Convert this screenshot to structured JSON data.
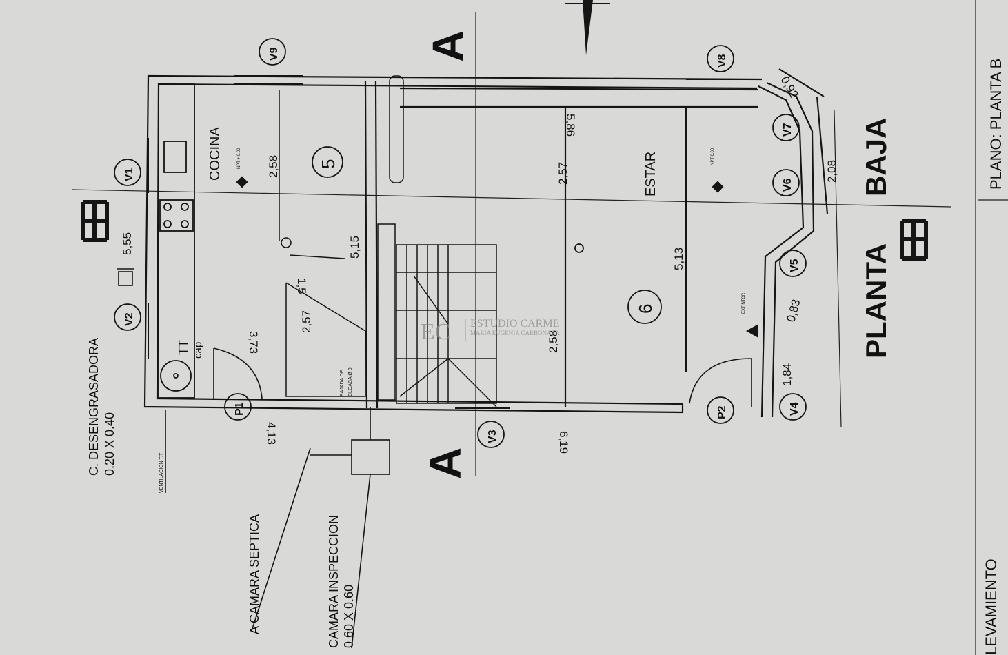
{
  "room_labels": {
    "kitchen": "COCINA",
    "living": "ESTAR",
    "kitchen_number": "5",
    "living_number": "6"
  },
  "section_marks": {
    "a_top": "A",
    "a_bottom": "A"
  },
  "title": {
    "line1": "PLANTA",
    "line2": "BAJA"
  },
  "openings": {
    "v1": "V1",
    "v2": "V2",
    "v3": "V3",
    "v4": "V4",
    "v5": "V5",
    "v6": "V6",
    "v7": "V7",
    "v8": "V8",
    "v9": "V9",
    "p1": "P1",
    "p2": "P2"
  },
  "dimensions": {
    "d_555": "5,55",
    "d_515": "5,15",
    "d_15": "1,5",
    "d_258_kitchen": "2,58",
    "d_257_living": "2,57",
    "d_586": "5,86",
    "d_513": "5,13",
    "d_208": "2,08",
    "d_092": "0,92",
    "d_083": "0,83",
    "d_184": "1,84",
    "d_619": "6,19",
    "d_413": "4,13",
    "d_373": "3,73",
    "d_257_stair": "2,57",
    "d_258_stair": "2,58"
  },
  "annotations": {
    "desengrasadora_1": "C. DESENGRASADORA",
    "desengrasadora_2": "0.20 X 0.40",
    "septica": "A CAMARA SEPTICA",
    "inspeccion_1": "CAMARA INSPECCION",
    "inspeccion_2": "0.60 X 0.60",
    "ventilacion": "VENTILACION T.T",
    "tt": "TT",
    "cap": "cap",
    "bajada_1": "BAJADA DE",
    "bajada_2": "CLOACA Ø 0",
    "extintor": "EXTINTOR",
    "npt_kitchen": "NPT + 0.00",
    "npt_living": "NPT 0.00"
  },
  "title_block": {
    "plano": "PLANO: PLANTA B",
    "relevamiento": "LEVAMIENTO"
  },
  "watermark": {
    "logo": "EC",
    "studio": "ESTUDIO CARME",
    "name": "MARIA EUGENIA CARBONARA"
  },
  "colors": {
    "paper": "#d9d9d7",
    "ink": "#151515",
    "watermark": "#8a8a8a"
  }
}
